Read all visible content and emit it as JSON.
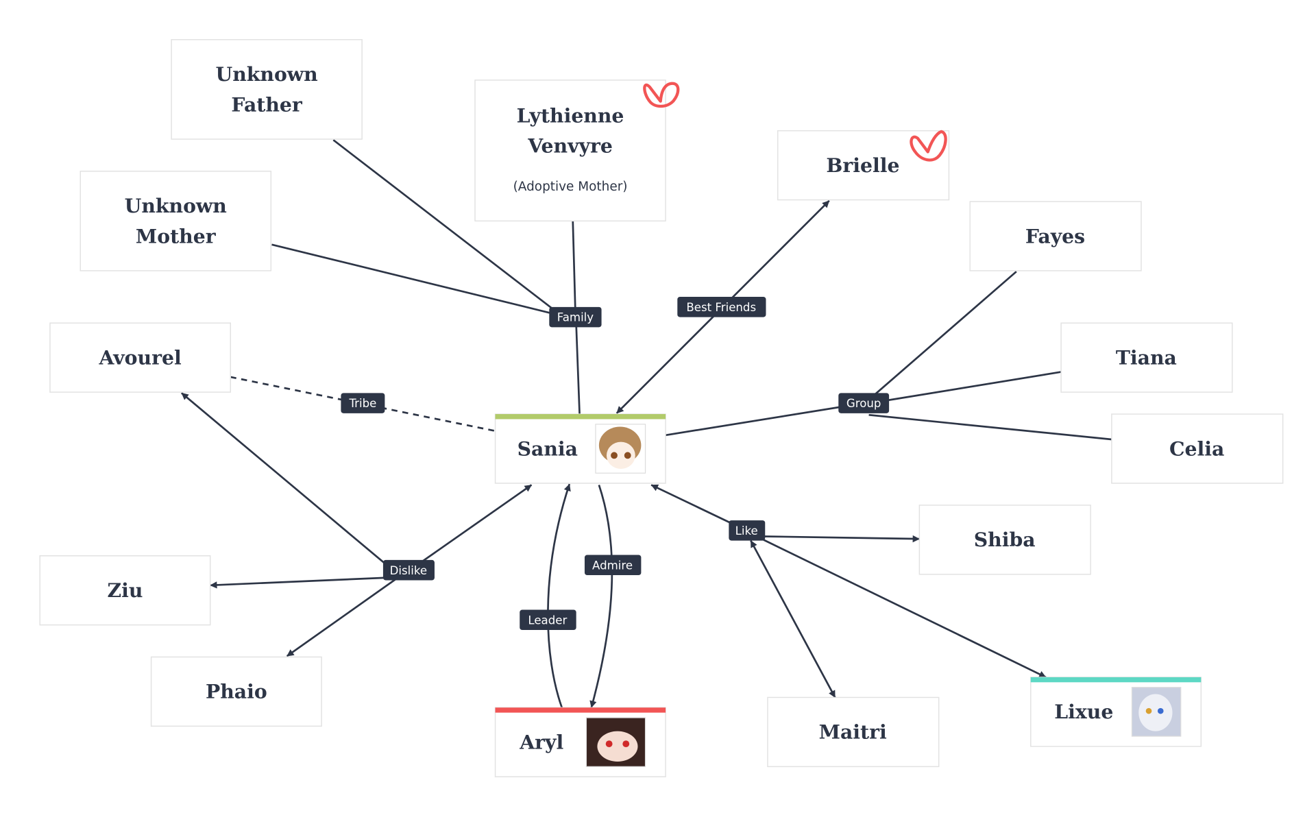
{
  "nodes": {
    "father": {
      "line1": "Unknown",
      "line2": "Father"
    },
    "lythienne": {
      "line1": "Lythienne",
      "line2": "Venvyre",
      "subtitle": "(Adoptive Mother)"
    },
    "mother": {
      "line1": "Unknown",
      "line2": "Mother"
    },
    "brielle": {
      "name": "Brielle"
    },
    "fayes": {
      "name": "Fayes"
    },
    "avourel": {
      "name": "Avourel"
    },
    "tiana": {
      "name": "Tiana"
    },
    "sania": {
      "name": "Sania",
      "accent": "#b2cb6a"
    },
    "celia": {
      "name": "Celia"
    },
    "shiba": {
      "name": "Shiba"
    },
    "ziu": {
      "name": "Ziu"
    },
    "phaio": {
      "name": "Phaio"
    },
    "maitri": {
      "name": "Maitri"
    },
    "lixue": {
      "name": "Lixue",
      "accent": "#5dd8c4"
    },
    "aryl": {
      "name": "Aryl",
      "accent": "#f25555"
    }
  },
  "edge_labels": {
    "family": "Family",
    "best_friends": "Best Friends",
    "tribe": "Tribe",
    "group": "Group",
    "dislike": "Dislike",
    "like": "Like",
    "leader": "Leader",
    "admire": "Admire"
  }
}
